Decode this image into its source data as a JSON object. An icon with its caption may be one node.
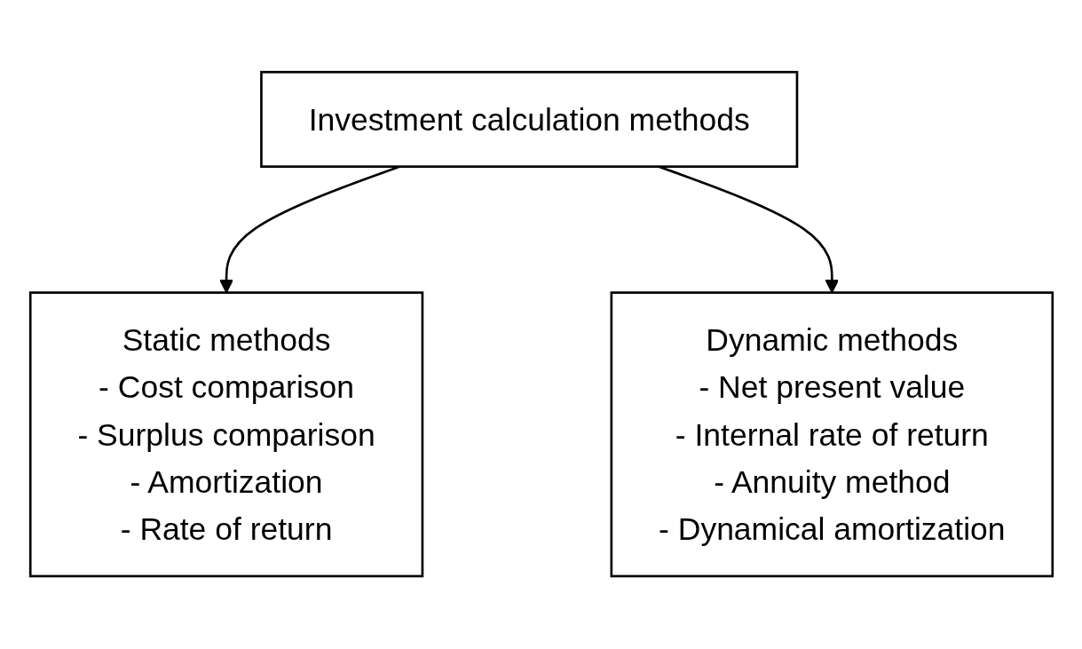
{
  "diagram": {
    "nodes": [
      {
        "text": [
          "Investment calculation methods"
        ]
      },
      {
        "text": [
          "Static methods",
          "- Cost comparison",
          "- Surplus comparison",
          "- Amortization",
          "- Rate of return"
        ]
      },
      {
        "text": [
          "Dynamic methods",
          "- Net present value",
          "- Internal rate of return",
          "- Annuity method",
          "- Dynamical amortization"
        ]
      }
    ],
    "edges": [
      {
        "from": 0,
        "to": 1,
        "arrow": "to"
      },
      {
        "from": 0,
        "to": 2,
        "arrow": "to"
      }
    ]
  }
}
